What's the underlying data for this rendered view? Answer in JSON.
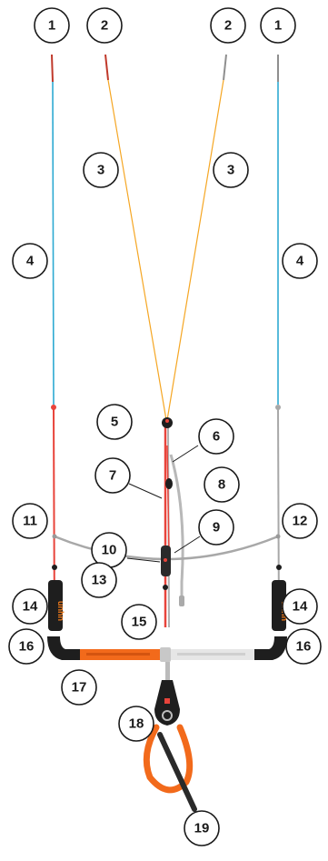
{
  "callouts": [
    "1",
    "2",
    "2",
    "1",
    "3",
    "3",
    "4",
    "4",
    "5",
    "6",
    "7",
    "8",
    "9",
    "10",
    "11",
    "12",
    "13",
    "14",
    "14",
    "15",
    "16",
    "16",
    "17",
    "18",
    "19"
  ],
  "brand_text": "unhn",
  "colors": {
    "blue_line": "#2eaad2",
    "orange_line": "#f5a623",
    "red_line": "#e8443b",
    "red_tip": "#c0392b",
    "gray_line": "#a8a8a8",
    "dark": "#1e1e1e",
    "bar_orange": "#f26a1b",
    "bar_white": "#e6e6e6",
    "callout_stroke": "#1a1a1a"
  }
}
